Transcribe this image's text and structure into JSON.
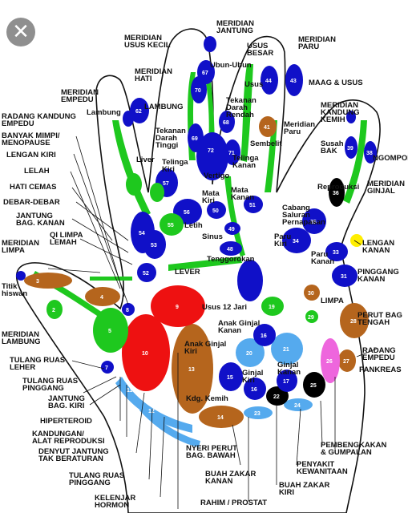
{
  "close_label": "✕",
  "colors": {
    "blue": "#1010c8",
    "green": "#1ec81e",
    "brown": "#b5651d",
    "red": "#ee1111",
    "light_blue": "#55aaee",
    "black": "#000000",
    "pink": "#ee66dd",
    "yellow": "#ffee00"
  },
  "labels": {
    "meridian_jantung": "MERIDIAN\nJANTUNG",
    "meridian_usus_kecil": "MERIDIAN\nUSUS KECIL",
    "usus_besar": "USUS\nBESAR",
    "meridian_paru_top": "MERIDIAN\nPARU",
    "meridian_hati": "MERIDIAN\nHATI",
    "ubun_ubun": "Ubun-Ubun",
    "usus": "Usus",
    "maag_usus": "MAAG & USUS",
    "meridian_empedu": "MERIDIAN\nEMPEDU",
    "lambung_top": "LAMBUNG",
    "tekanan_darah_rendah": "Tekanan\nDarah\nRendah",
    "meridian_paru": "Meridian\nParu",
    "meridian_kandung_kemih": "MERIDIAN\nKANDUNG\nKEMIH",
    "radang_kandung_empedu": "RADANG KANDUNG\nEMPEDU",
    "lambung_small": "Lambung",
    "tekanan_darah_tinggi": "Tekanan\nDarah\nTinggi",
    "sembelit": "Sembelit",
    "susah_bak": "Susah\nBAK",
    "ngompol": "NGOMPOL",
    "banyak_mimpi": "BANYAK MIMPI/\nMENOPAUSE",
    "lengan_kiri": "LENGAN KIRI",
    "liver": "Liver",
    "telinga_kiri": "Telinga\nKiri",
    "vertigo": "Vertigo",
    "telinga_kanan": "Telinga\nKanan",
    "reproduksi": "Reproduksi",
    "meridian_ginjal": "MERIDIAN\nGINJAL",
    "lelah": "LELAH",
    "hati_cemas": "HATI CEMAS",
    "mata_kiri": "Mata\nKiri",
    "mata_kanan": "Mata\nKanan",
    "cabang_saluran": "Cabang\nSaluran\nPernapasan",
    "debar_debar": "DEBAR-DEBAR",
    "jantung_bag_kanan": "JANTUNG\nBAG. KANAN",
    "letih": "Letih",
    "qi_limpa": "QI LIMPA\nLEMAH",
    "sinus": "Sinus",
    "paru_kiri": "Paru\nKiri",
    "lengan_kanan": "LENGAN\nKANAN",
    "meridian_limpa": "MERIDIAN\nLIMPA",
    "tenggorokan": "Tenggorokan",
    "paru_kanan": "Paru\nKanan",
    "pinggang_kanan": "PINGGANG\nKANAN",
    "lever": "LEVER",
    "titik_hiswan": "Titik\nhiswan",
    "limpa": "LIMPA",
    "usus_12_jari": "Usus 12 Jari",
    "perut_bag_tengah": "PERUT BAG\nTENGAH",
    "meridian_lambung": "MERIDIAN\nLAMBUNG",
    "anak_ginjal_kanan": "Anak Ginjal\nKanan",
    "tulang_ruas_leher": "TULANG RUAS\nLEHER",
    "anak_ginjal_kiri": "Anak Ginjal\nKiri",
    "radang_empedu": "RADANG\nEMPEDU",
    "tulang_ruas_pinggang_1": "TULANG RUAS\nPINGGANG",
    "ginjal_kiri": "Ginjal\nKiri",
    "ginjal_kanan": "Ginjal\nKanan",
    "pankreas": "PANKREAS",
    "jantung_bag_kiri": "JANTUNG\nBAG. KIRI",
    "kdg_kemih": "Kdg. Kemih",
    "hiperteroid": "HIPERTEROID",
    "kandungan": "KANDUNGAN/\nALAT REPRODUKSI",
    "denyut_jantung": "DENYUT JANTUNG\nTAK BERATURAN",
    "nyeri_perut": "NYERI PERUT\nBAG. BAWAH",
    "pembengkakan": "PEMBENGKAKAN\n& GUMPALAN",
    "buah_zakar_kanan": "BUAH ZAKAR\nKANAN",
    "penyakit_kewanitaan": "PENYAKIT\nKEWANITAAN",
    "tulang_ruas_pinggang_2": "TULANG RUAS\nPINGGANG",
    "buah_zakar_kiri": "BUAH ZAKAR\nKIRI",
    "kelenjar_hormon": "KELENJAR\nHORMON",
    "rahim_prostat": "RAHIM / PROSTAT"
  }
}
